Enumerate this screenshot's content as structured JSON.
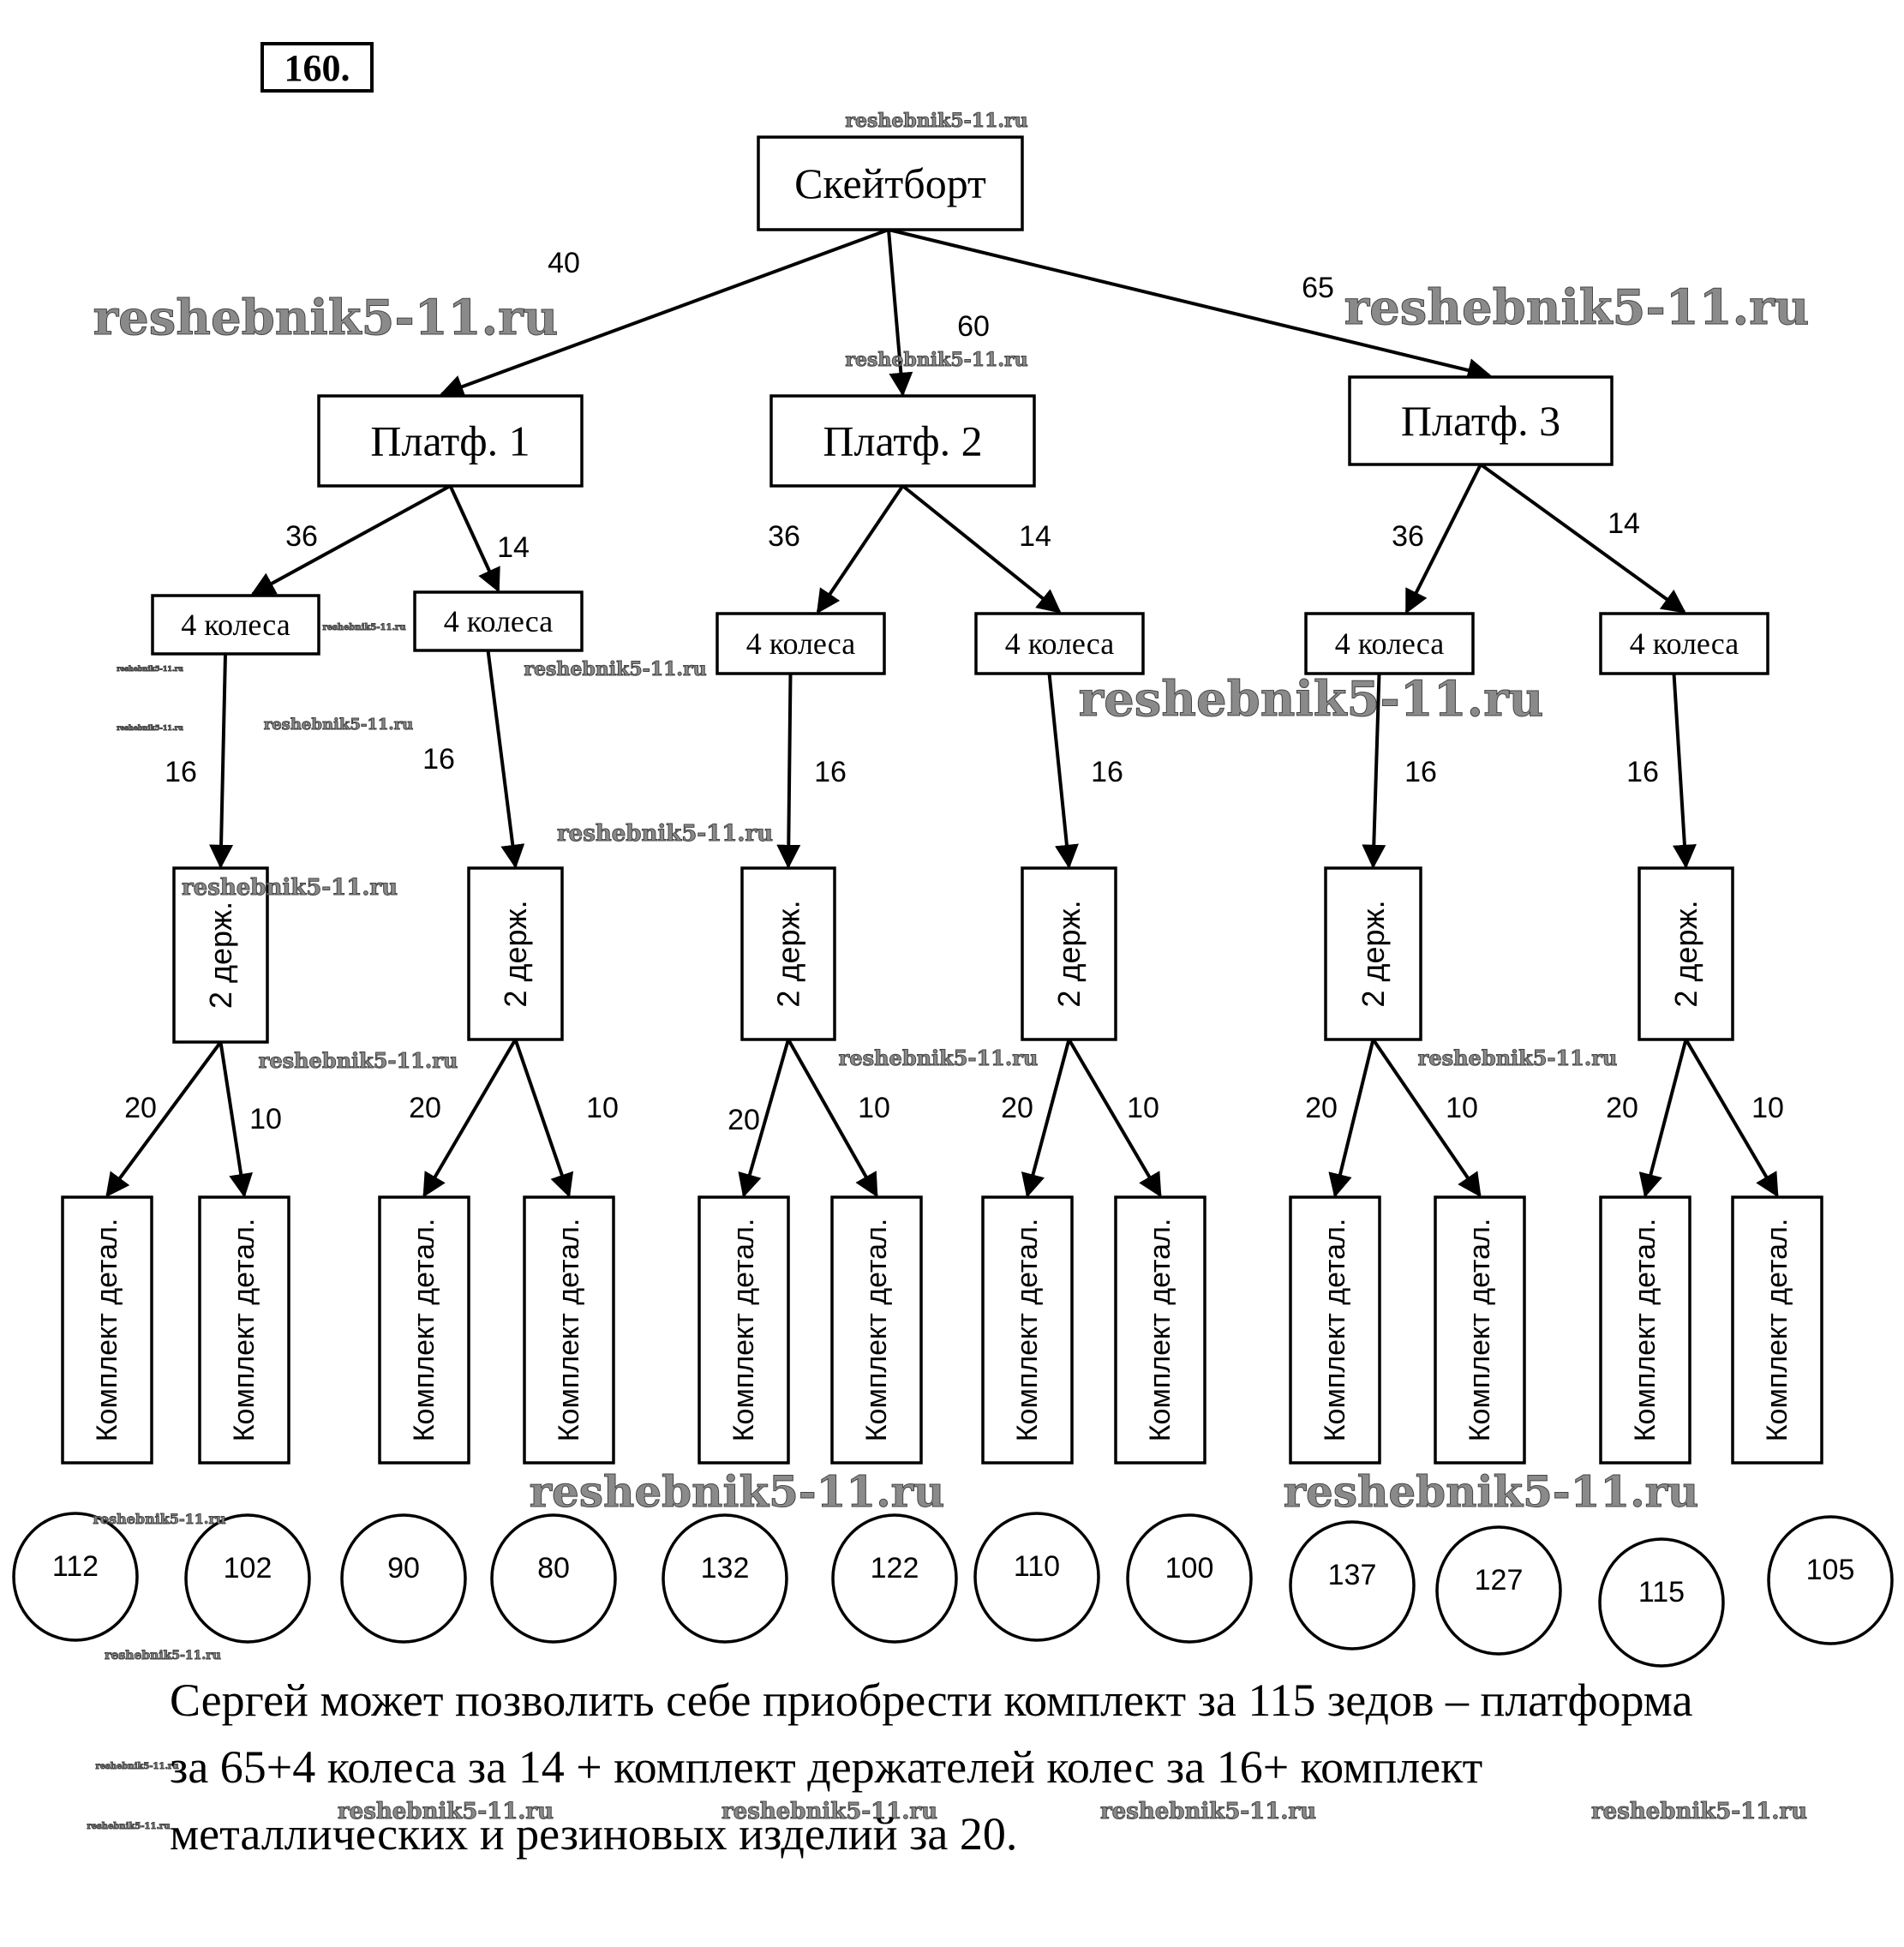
{
  "problem_number": "160.",
  "root": {
    "label": "Скейтборт"
  },
  "platforms": [
    {
      "label": "Платф. 1",
      "price": "40",
      "wheels": [
        {
          "label": "4 колеса",
          "price": "36",
          "holder": {
            "label": "2 держ.",
            "price": "16",
            "kits": [
              {
                "label": "Комплект детал.",
                "price": "20"
              },
              {
                "label": "Комплект детал.",
                "price": "10"
              }
            ]
          }
        },
        {
          "label": "4 колеса",
          "price": "14",
          "holder": {
            "label": "2 держ.",
            "price": "16",
            "kits": [
              {
                "label": "Комплект детал.",
                "price": "20"
              },
              {
                "label": "Комплект детал.",
                "price": "10"
              }
            ]
          }
        }
      ]
    },
    {
      "label": "Платф. 2",
      "price": "60",
      "wheels": [
        {
          "label": "4 колеса",
          "price": "36",
          "holder": {
            "label": "2 держ.",
            "price": "16",
            "kits": [
              {
                "label": "Комплект детал.",
                "price": "20"
              },
              {
                "label": "Комплект детал.",
                "price": "10"
              }
            ]
          }
        },
        {
          "label": "4 колеса",
          "price": "14",
          "holder": {
            "label": "2 держ.",
            "price": "16",
            "kits": [
              {
                "label": "Комплект детал.",
                "price": "20"
              },
              {
                "label": "Комплект детал.",
                "price": "10"
              }
            ]
          }
        }
      ]
    },
    {
      "label": "Платф. 3",
      "price": "65",
      "wheels": [
        {
          "label": "4 колеса",
          "price": "36",
          "holder": {
            "label": "2 держ.",
            "price": "16",
            "kits": [
              {
                "label": "Комплект детал.",
                "price": "20"
              },
              {
                "label": "Комплект детал.",
                "price": "10"
              }
            ]
          }
        },
        {
          "label": "4 колеса",
          "price": "14",
          "holder": {
            "label": "2 держ.",
            "price": "16",
            "kits": [
              {
                "label": "Комплект детал.",
                "price": "20"
              },
              {
                "label": "Комплект детал.",
                "price": "10"
              }
            ]
          }
        }
      ]
    }
  ],
  "totals": [
    "112",
    "102",
    "90",
    "80",
    "132",
    "122",
    "110",
    "100",
    "137",
    "127",
    "115",
    "105"
  ],
  "conclusion": {
    "line1": "Сергей может позволить себе приобрести комплект за 115 зедов – платформа",
    "line2": "за 65+4 колеса за 14 + комплект держателей колес за 16+ комплект",
    "line3": "металлических и резиновых изделий за 20."
  },
  "watermark": "reshebnik5-11.ru"
}
